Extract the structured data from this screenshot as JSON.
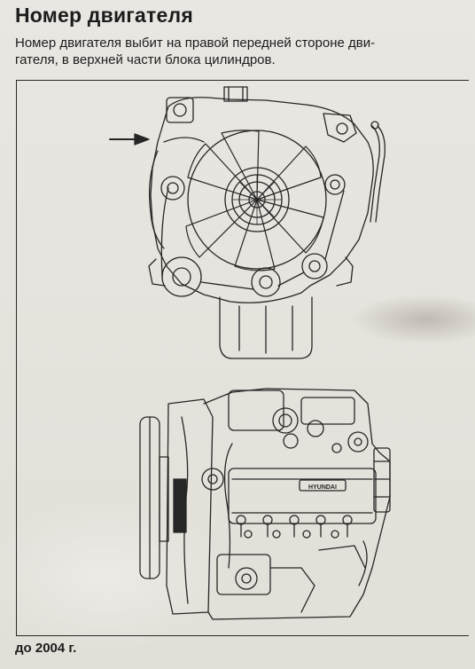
{
  "page": {
    "title": "Номер двигателя",
    "description": "Номер двигателя выбит на правой передней стороне дви-\nгателя, в верхней части блока цилиндров.",
    "caption": "до 2004 г."
  },
  "figure": {
    "front_view": {
      "emblem_text": ""
    },
    "side_view": {
      "emblem_text": "HYUNDAI"
    }
  },
  "colors": {
    "ink": "#1c1c1c",
    "paper": "#e6e3dd"
  }
}
